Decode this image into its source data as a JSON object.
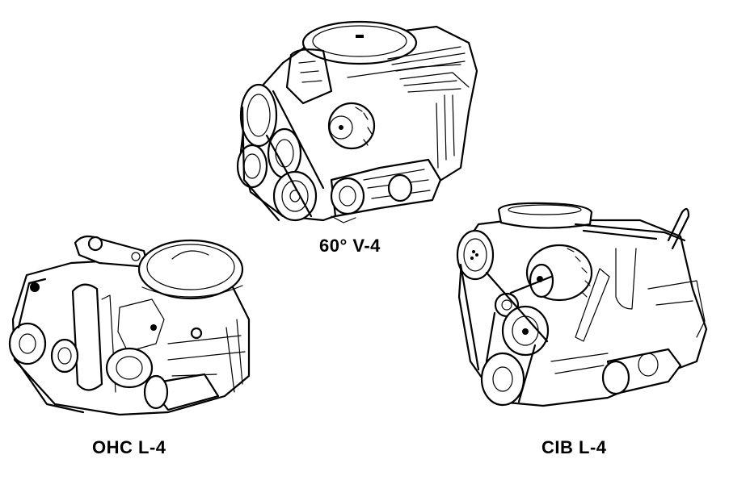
{
  "figure": {
    "background": "#ffffff",
    "ink_color": "#000000",
    "engines": [
      {
        "id": "v4",
        "caption": "60° V-4",
        "icon": "v4-engine-illustration-icon"
      },
      {
        "id": "ohc",
        "caption": "OHC L-4",
        "icon": "ohc-inline-four-engine-illustration-icon"
      },
      {
        "id": "cib",
        "caption": "CIB L-4",
        "icon": "cib-inline-four-engine-illustration-icon"
      }
    ]
  }
}
